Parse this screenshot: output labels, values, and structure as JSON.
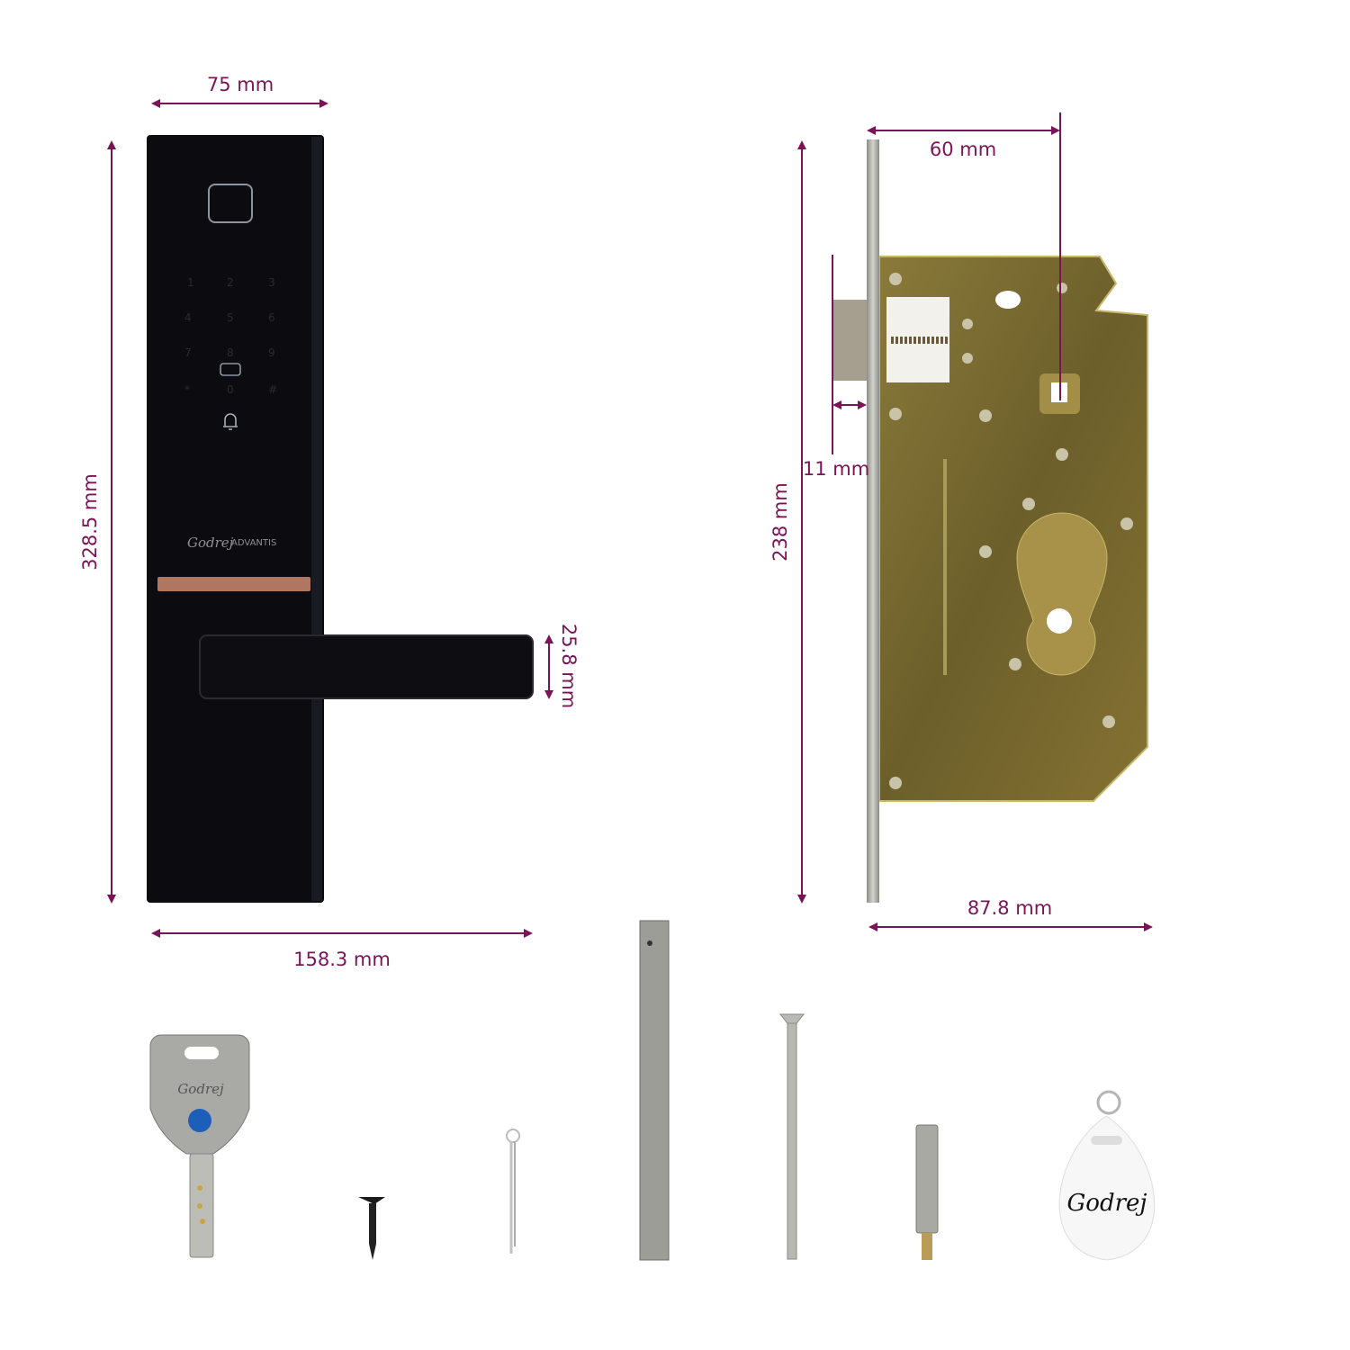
{
  "colors": {
    "dimension": "#7b1456",
    "lock_body": "#0b0b10",
    "accent_strip": "#b07660",
    "mortise_brass": "#7a6a2e",
    "faceplate": "#b9b3a4"
  },
  "dimensions": {
    "lock_width": "75 mm",
    "lock_height": "328.5 mm",
    "handle_height": "25.8 mm",
    "lock_depth_with_handle": "158.3 mm",
    "mortise_backset": "60 mm",
    "latch_projection": "11 mm",
    "mortise_height": "238 mm",
    "mortise_width": "87.8 mm"
  },
  "lock_face": {
    "brand": "Godrej",
    "model": "ADVANTIS",
    "keypad": [
      "1",
      "2",
      "3",
      "4",
      "5",
      "6",
      "7",
      "8",
      "9",
      "*",
      "0",
      "#"
    ],
    "icons": [
      "fingerprint-sensor-icon",
      "card-reader-icon",
      "doorbell-icon"
    ]
  },
  "accessories": {
    "key_brand": "Godrej",
    "rfid_tag_brand": "Godrej",
    "items": [
      "key",
      "wood-screw",
      "split-pin",
      "spindle",
      "through-bolt",
      "spacer-screw",
      "rfid-tag"
    ]
  }
}
